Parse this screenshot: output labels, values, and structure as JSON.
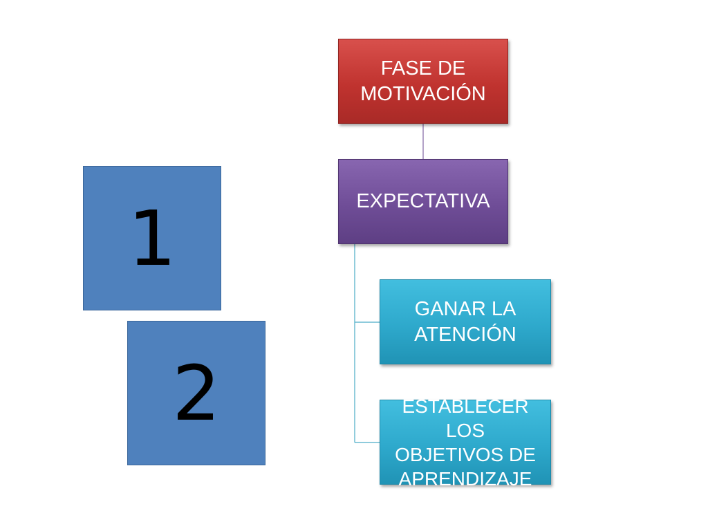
{
  "numbers": {
    "first": "1",
    "second": "2"
  },
  "diagram": {
    "root": {
      "label": "FASE DE\nMOTIVACIÓN"
    },
    "child": {
      "label": "EXPECTATIVA"
    },
    "subitems": [
      {
        "label": "GANAR LA\nATENCIÓN"
      },
      {
        "label": "ESTABLECER LOS\nOBJETIVOS DE\nAPRENDIZAJE"
      }
    ]
  },
  "colors": {
    "number_box": "#4f81bd",
    "root_node": "#c0332f",
    "child_node": "#6f4d97",
    "subitem_node": "#2ea9cc",
    "connector_root": "#8064a2",
    "connector_child": "#4bacc6"
  }
}
